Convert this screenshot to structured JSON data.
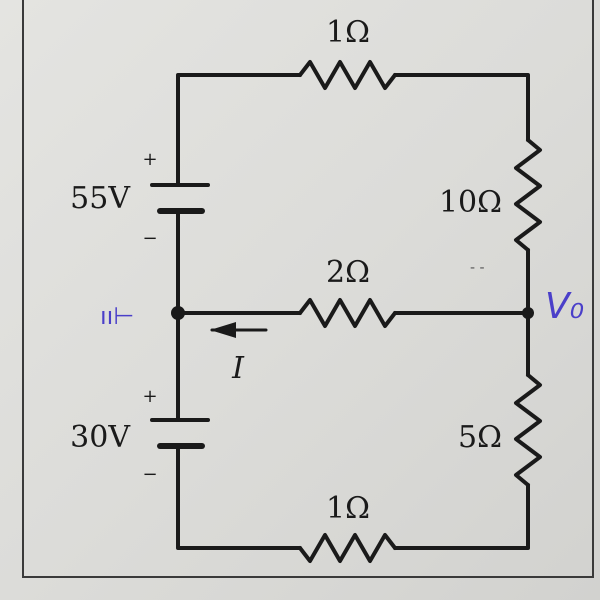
{
  "diagram": {
    "type": "circuit",
    "components": {
      "r_top": {
        "label": "1Ω",
        "value_ohms": 1
      },
      "r_right_upper": {
        "label": "10Ω",
        "value_ohms": 10
      },
      "r_middle": {
        "label": "2Ω",
        "value_ohms": 2
      },
      "r_right_lower": {
        "label": "5Ω",
        "value_ohms": 5
      },
      "r_bottom": {
        "label": "1Ω",
        "value_ohms": 1
      },
      "source_upper": {
        "label": "55V",
        "value_volts": 55,
        "plus": "+",
        "minus": "−"
      },
      "source_lower": {
        "label": "30V",
        "value_volts": 30,
        "plus": "+",
        "minus": "−"
      }
    },
    "current": {
      "label": "I",
      "direction": "left"
    },
    "annotations": {
      "left_node_mark": "ıı⊢",
      "right_node_label": "V₀",
      "stray_marks": "- -"
    },
    "colors": {
      "ink": "#1a1a1a",
      "pen": "#4a3fc9",
      "paper": "#dededb"
    }
  }
}
